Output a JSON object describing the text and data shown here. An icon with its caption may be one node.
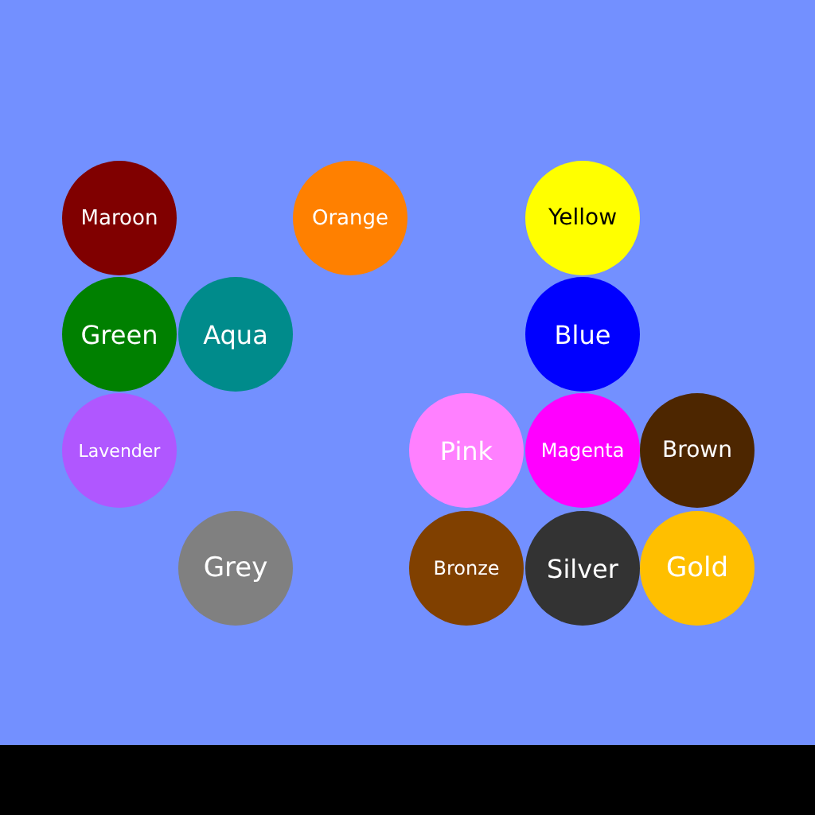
{
  "diagram": {
    "nodes": [
      {
        "text": [
          "Maroon"
        ]
      },
      {
        "text": [
          "Orange"
        ]
      },
      {
        "text": [
          "Yellow"
        ]
      },
      {
        "text": [
          "Green"
        ]
      },
      {
        "text": [
          "Aqua"
        ]
      },
      {
        "text": [
          "Blue"
        ]
      },
      {
        "text": [
          "Lavender"
        ]
      },
      {
        "text": [
          "Pink"
        ]
      },
      {
        "text": [
          "Magenta"
        ]
      },
      {
        "text": [
          "Brown"
        ]
      },
      {
        "text": [
          "Grey"
        ]
      },
      {
        "text": [
          "Bronze"
        ]
      },
      {
        "text": [
          "Silver"
        ]
      },
      {
        "text": [
          "Gold"
        ]
      },
      {
        "text": [],
        "shape": "bar"
      }
    ]
  }
}
